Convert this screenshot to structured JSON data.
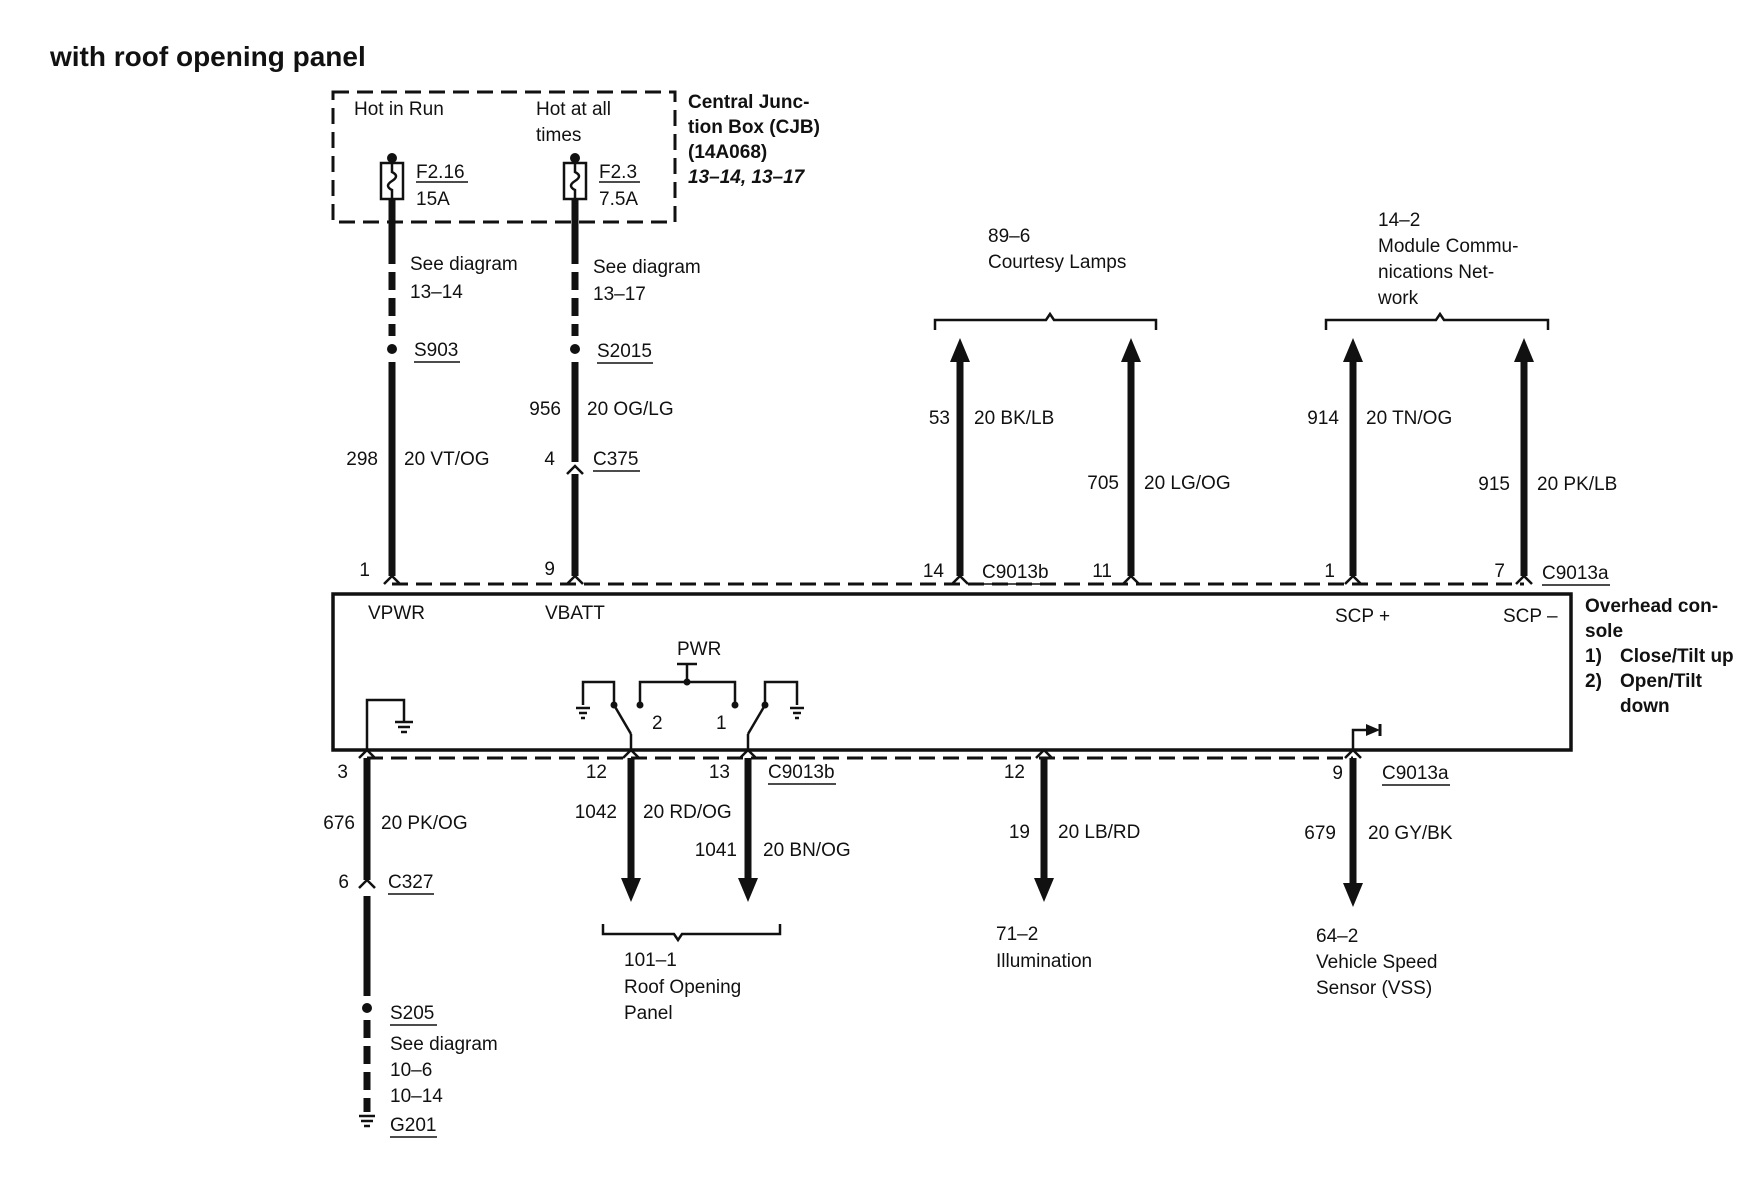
{
  "title": "with roof opening panel",
  "cjb": {
    "name": [
      "Central Junc-",
      "tion Box (CJB)",
      "(14A068)"
    ],
    "refs": "13–14, 13–17",
    "left_label": "Hot in Run",
    "right_label": [
      "Hot at all",
      "times"
    ],
    "fuse1": {
      "id": "F2.16",
      "rating": "15A"
    },
    "fuse2": {
      "id": "F2.3",
      "rating": "7.5A"
    }
  },
  "wire_vpwr": {
    "see": [
      "See diagram",
      "13–14"
    ],
    "splice": "S903",
    "circuit": "298",
    "gauge": "20 VT/OG",
    "pin": "1",
    "pin_label": "VPWR"
  },
  "wire_vbatt": {
    "see": [
      "See diagram",
      "13–17"
    ],
    "splice": "S2015",
    "circuit": "956",
    "gauge": "20 OG/LG",
    "conn_pin": "4",
    "conn": "C375",
    "pin": "9",
    "pin_label": "VBATT"
  },
  "courtesy": {
    "ref": "89–6",
    "label": "Courtesy Lamps",
    "w1": {
      "circuit": "53",
      "gauge": "20 BK/LB",
      "pin": "14"
    },
    "w2": {
      "circuit": "705",
      "gauge": "20 LG/OG",
      "pin": "11"
    },
    "conn": "C9013b"
  },
  "mcn": {
    "ref": "14–2",
    "label": [
      "Module Commu-",
      "nications Net-",
      "work"
    ],
    "w1": {
      "circuit": "914",
      "gauge": "20 TN/OG",
      "pin": "1",
      "pin_label": "SCP +"
    },
    "w2": {
      "circuit": "915",
      "gauge": "20 PK/LB",
      "pin": "7",
      "pin_label": "SCP –"
    },
    "conn": "C9013a"
  },
  "console": {
    "name": [
      "Overhead con-",
      "sole"
    ],
    "notes": [
      {
        "num": "1)",
        "text": [
          "Close/Tilt up"
        ]
      },
      {
        "num": "2)",
        "text": [
          "Open/Tilt",
          "down"
        ]
      }
    ],
    "pwr": "PWR",
    "sw1": "2",
    "sw2": "1"
  },
  "ground_wire": {
    "pin": "3",
    "circuit": "676",
    "gauge": "20 PK/OG",
    "conn_pin": "6",
    "conn": "C327",
    "splice": "S205",
    "see": [
      "See diagram",
      "10–6",
      "10–14"
    ],
    "ground": "G201"
  },
  "roof": {
    "w1": {
      "pin": "12",
      "circuit": "1042",
      "gauge": "20 RD/OG"
    },
    "w2": {
      "pin": "13",
      "circuit": "1041",
      "gauge": "20 BN/OG"
    },
    "conn": "C9013b",
    "ref": "101–1",
    "label": [
      "Roof Opening",
      "Panel"
    ]
  },
  "illum": {
    "pin": "12",
    "circuit": "19",
    "gauge": "20 LB/RD",
    "ref": "71–2",
    "label": "Illumination"
  },
  "vss": {
    "pin": "9",
    "conn": "C9013a",
    "circuit": "679",
    "gauge": "20 GY/BK",
    "ref": "64–2",
    "label": [
      "Vehicle Speed",
      "Sensor (VSS)"
    ]
  }
}
